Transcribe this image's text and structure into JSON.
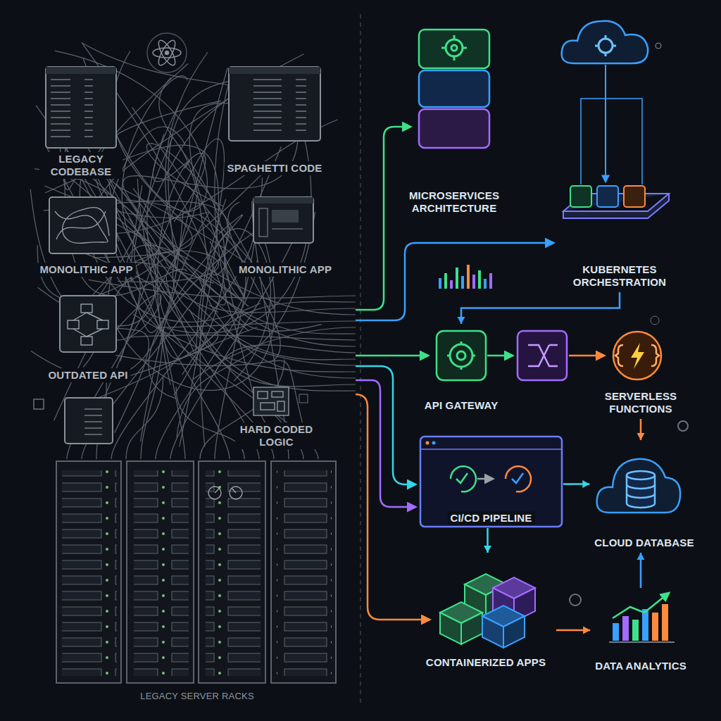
{
  "diagram": {
    "nodes": [
      {
        "text": [
          "LEGACY CODEBASE"
        ]
      },
      {
        "text": [
          "SPAGHETTI CODE"
        ]
      },
      {
        "text": [
          "MONOLITHIC APP"
        ]
      },
      {
        "text": [
          "MONOLITHIC APP"
        ]
      },
      {
        "text": [
          "OUTDATED API"
        ]
      },
      {
        "text": [
          "HARD CODED LOGIC"
        ]
      },
      {
        "text": [
          "LEGACY SERVER RACKS"
        ]
      },
      {
        "text": [
          "MICROSERVICES ARCHITECTURE"
        ]
      },
      {
        "text": [
          "KUBERNETES ORCHESTRATION"
        ]
      },
      {
        "text": [
          "API GATEWAY"
        ]
      },
      {
        "text": [
          "SERVERLESS FUNCTIONS"
        ]
      },
      {
        "text": [
          "CI/CD PIPELINE"
        ]
      },
      {
        "text": [
          "CLOUD DATABASE"
        ]
      },
      {
        "text": [
          "CONTAINERIZED APPS"
        ]
      },
      {
        "text": [
          "DATA ANALYTICS"
        ]
      }
    ],
    "edges": [
      {
        "from": 8,
        "to": 9,
        "arrow": "to"
      },
      {
        "from": 10,
        "to": 12,
        "arrow": "to"
      },
      {
        "from": 11,
        "to": 12,
        "arrow": "to"
      },
      {
        "from": 11,
        "to": 13,
        "arrow": "to"
      },
      {
        "from": 13,
        "to": 14,
        "arrow": "to"
      },
      {
        "from": 14,
        "to": 12,
        "arrow": "to"
      }
    ]
  }
}
